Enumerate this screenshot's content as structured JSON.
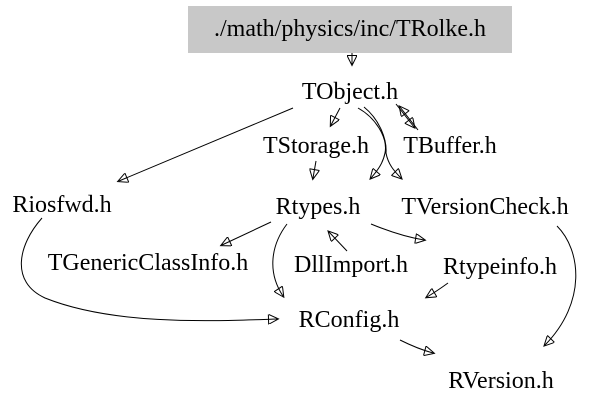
{
  "diagram": {
    "type": "include-dependency-graph",
    "root_file": "./math/physics/inc/TRolke.h",
    "colors": {
      "background": "#ffffff",
      "root_node_fill": "#c8c8c8",
      "edge_color": "#000000",
      "text_color": "#000000"
    }
  },
  "nodes": [
    {
      "id": "trolke",
      "label": "./math/physics/inc/TRolke.h",
      "is_root": true
    },
    {
      "id": "tobject",
      "label": "TObject.h"
    },
    {
      "id": "tstorage",
      "label": "TStorage.h"
    },
    {
      "id": "tbuffer",
      "label": "TBuffer.h"
    },
    {
      "id": "riosfwd",
      "label": "Riosfwd.h"
    },
    {
      "id": "rtypes",
      "label": "Rtypes.h"
    },
    {
      "id": "tversioncheck",
      "label": "TVersionCheck.h"
    },
    {
      "id": "tgenericclassinfo",
      "label": "TGenericClassInfo.h"
    },
    {
      "id": "dllimport",
      "label": "DllImport.h"
    },
    {
      "id": "rtypeinfo",
      "label": "Rtypeinfo.h"
    },
    {
      "id": "rconfig",
      "label": "RConfig.h"
    },
    {
      "id": "rversion",
      "label": "RVersion.h"
    }
  ],
  "edges": [
    {
      "from": "./math/physics/inc/TRolke.h",
      "to": "TObject.h"
    },
    {
      "from": "TObject.h",
      "to": "Riosfwd.h"
    },
    {
      "from": "TObject.h",
      "to": "TStorage.h"
    },
    {
      "from": "TObject.h",
      "to": "TBuffer.h"
    },
    {
      "from": "TBuffer.h",
      "to": "TObject.h"
    },
    {
      "from": "TObject.h",
      "to": "Rtypes.h"
    },
    {
      "from": "TObject.h",
      "to": "TVersionCheck.h"
    },
    {
      "from": "TStorage.h",
      "to": "Rtypes.h"
    },
    {
      "from": "Rtypes.h",
      "to": "TGenericClassInfo.h"
    },
    {
      "from": "DllImport.h",
      "to": "Rtypes.h"
    },
    {
      "from": "Rtypes.h",
      "to": "Rtypeinfo.h"
    },
    {
      "from": "Rtypes.h",
      "to": "RConfig.h"
    },
    {
      "from": "Riosfwd.h",
      "to": "RConfig.h"
    },
    {
      "from": "Rtypeinfo.h",
      "to": "RConfig.h"
    },
    {
      "from": "RConfig.h",
      "to": "RVersion.h"
    },
    {
      "from": "TVersionCheck.h",
      "to": "RVersion.h"
    }
  ]
}
